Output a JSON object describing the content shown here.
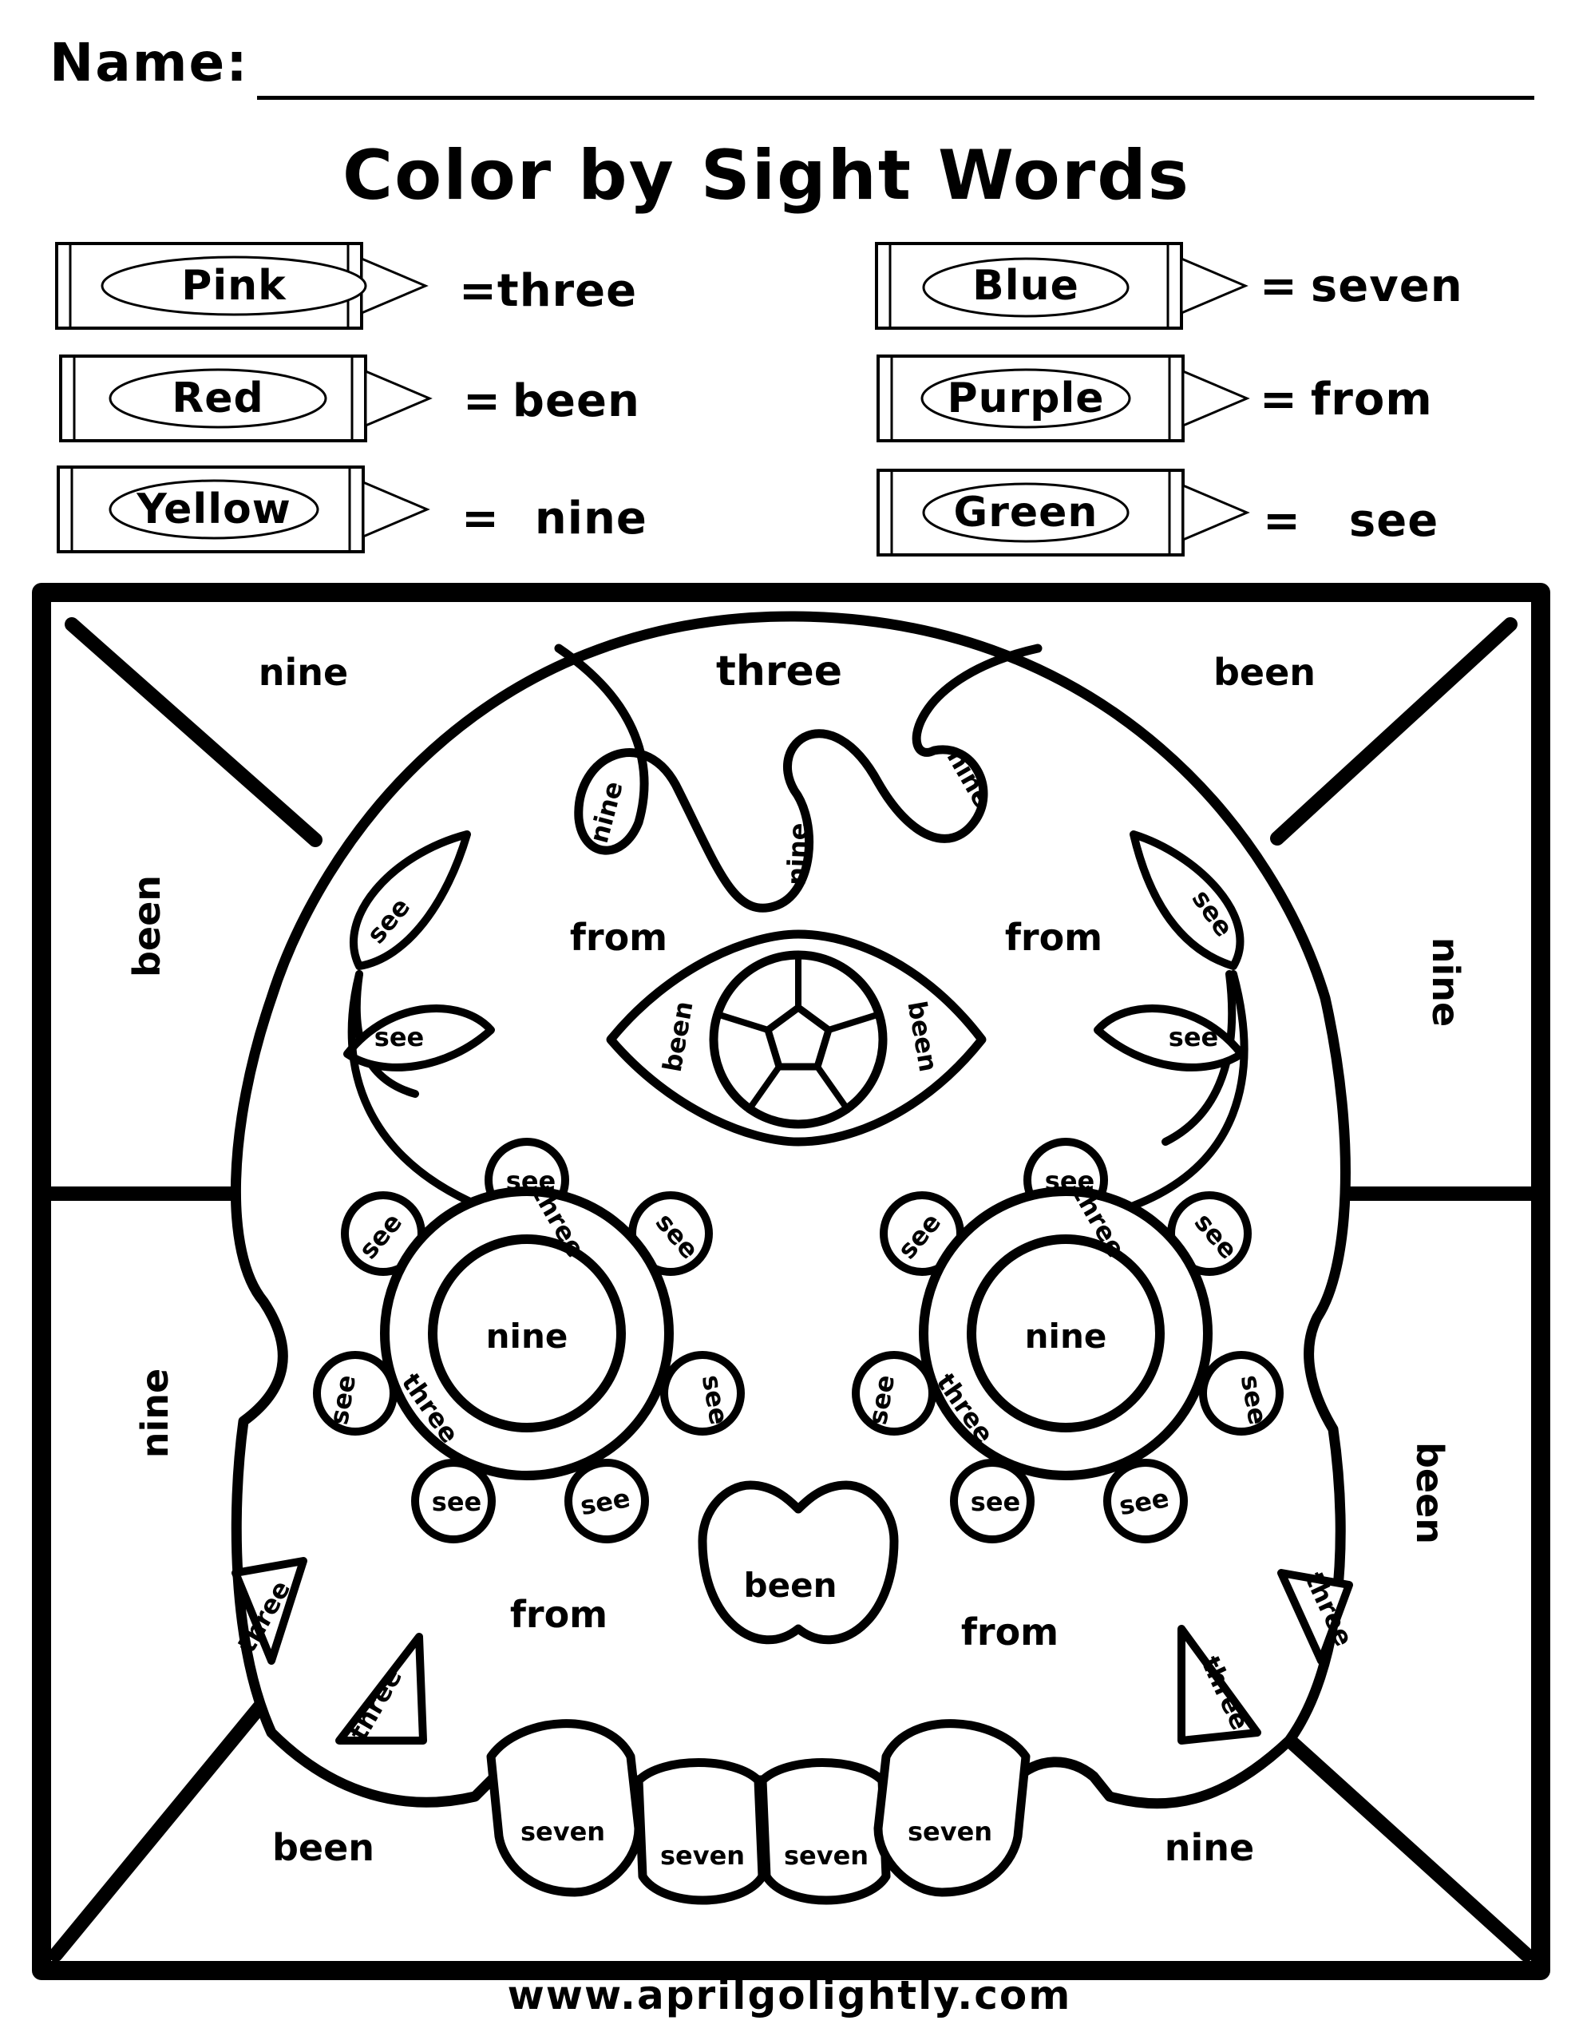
{
  "header": {
    "name_label": "Name:"
  },
  "title": "Color by Sight Words",
  "key": [
    {
      "color": "Pink",
      "word": "three"
    },
    {
      "color": "Red",
      "word": "been"
    },
    {
      "color": "Yellow",
      "word": "nine"
    },
    {
      "color": "Blue",
      "word": "seven"
    },
    {
      "color": "Purple",
      "word": "from"
    },
    {
      "color": "Green",
      "word": "see"
    }
  ],
  "equals": "=",
  "regions": {
    "corner_top_left": "nine",
    "top_center": "three",
    "corner_top_right": "been",
    "left_upper": "been",
    "right_upper": "nine",
    "left_lower": "nine",
    "right_lower": "been",
    "corner_bottom_left": "been",
    "corner_bottom_right": "nine",
    "swirl": "nine",
    "cheek": "from",
    "leaf": "see",
    "third_eye": "been",
    "eye_center": "nine",
    "petal": "see",
    "eye_ring": "three",
    "nose": "been",
    "jaw_corner": "three",
    "tooth": "seven"
  },
  "footer": "www.aprilgolightly.com"
}
